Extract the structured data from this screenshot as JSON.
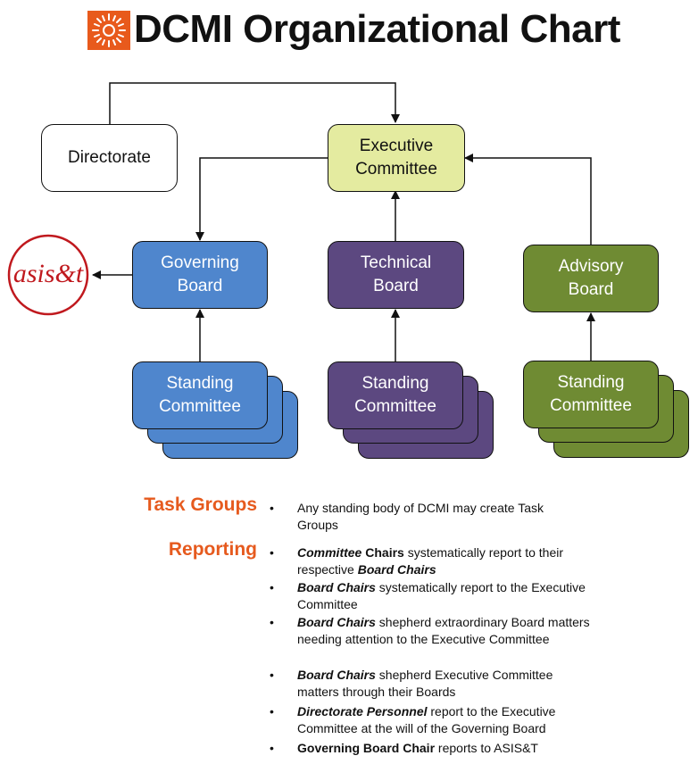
{
  "title": "DCMI Organizational Chart",
  "logo": {
    "icon": "dcmi-sunburst-logo-icon",
    "color": "#e85a1c"
  },
  "asist_logo": {
    "text": "asis&t",
    "color": "#c0191e"
  },
  "nodes": {
    "directorate": "Directorate",
    "executive": [
      "Executive",
      "Committee"
    ],
    "governing": [
      "Governing",
      "Board"
    ],
    "technical": [
      "Technical",
      "Board"
    ],
    "advisory": [
      "Advisory",
      "Board"
    ],
    "standing": [
      "Standing",
      "Committee"
    ]
  },
  "colors": {
    "governing": "#4f86cd",
    "technical": "#5c4880",
    "advisory": "#6f8b33",
    "executive": "#e4eba0",
    "accent": "#e65a1e"
  },
  "task_groups": {
    "label": "Task Groups",
    "items": [
      "Any standing body of DCMI may create Task Groups"
    ]
  },
  "reporting": {
    "label": "Reporting",
    "items": [
      {
        "b1": "Committee",
        "b1_italic": true,
        "b2": " Chairs",
        "t1": " systematically report to their respective ",
        "b3": "Board Chairs",
        "t2": ""
      },
      {
        "b1": "Board Chairs",
        "b1_italic": true,
        "b2": "",
        "t1": " systematically report to the Executive Committee",
        "b3": "",
        "t2": ""
      },
      {
        "b1": "Board Chairs",
        "b1_italic": true,
        "b2": "",
        "t1": " shepherd extraordinary Board matters needing attention to the Executive Committee",
        "b3": "",
        "t2": ""
      },
      {
        "b1": "Board Chairs",
        "b1_italic": true,
        "b2": "",
        "t1": " shepherd Executive Committee matters through their Boards",
        "b3": "",
        "t2": ""
      },
      {
        "b1": "Directorate Personnel",
        "b1_italic": true,
        "b2": "",
        "t1": " report to the Executive Committee at the will of the Governing Board",
        "b3": "",
        "t2": ""
      },
      {
        "b1": "Governing Board Chair",
        "b1_italic": false,
        "b2": "",
        "t1": " reports to ASIS&T",
        "b3": "",
        "t2": ""
      }
    ]
  }
}
